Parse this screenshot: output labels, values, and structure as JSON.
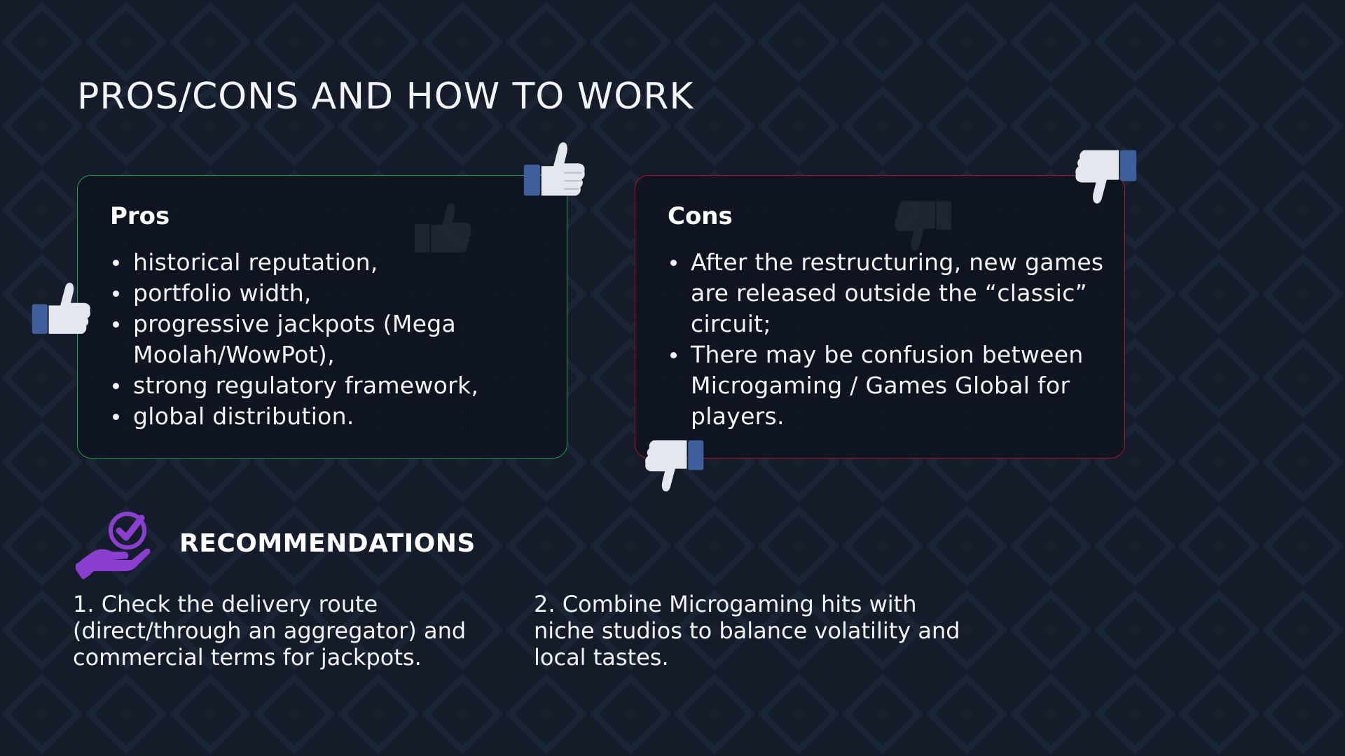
{
  "slide": {
    "title": "PROS/CONS AND HOW TO WORK"
  },
  "pros": {
    "heading": "Pros",
    "items": [
      "historical reputation,",
      "portfolio width,",
      "progressive jackpots (Mega Moolah/WowPot),",
      "strong regulatory framework,",
      "global distribution."
    ]
  },
  "cons": {
    "heading": "Cons",
    "items": [
      "After the restructuring, new games are released outside the “classic” circuit;",
      "There may be confusion between Microgaming / Games Global for players."
    ]
  },
  "recommendations": {
    "heading": "RECOMMENDATIONS",
    "items": [
      "1. Check the delivery route (direct/through an aggregator) and commercial terms for jackpots.",
      "2. Combine Microgaming hits with niche studios to balance volatility and local tastes."
    ]
  },
  "icons": {
    "pros_decoration": "thumbs-up-icon",
    "cons_decoration": "thumbs-down-icon",
    "recommendations": "hand-checkmark-icon"
  },
  "colors": {
    "background": "#141c29",
    "pros_border": "#1aa34a",
    "cons_border": "#b11226",
    "accent_purple": "#8a3fd1",
    "thumb_sleeve": "#3f5f9c",
    "thumb_hand": "#e4e8ee"
  }
}
